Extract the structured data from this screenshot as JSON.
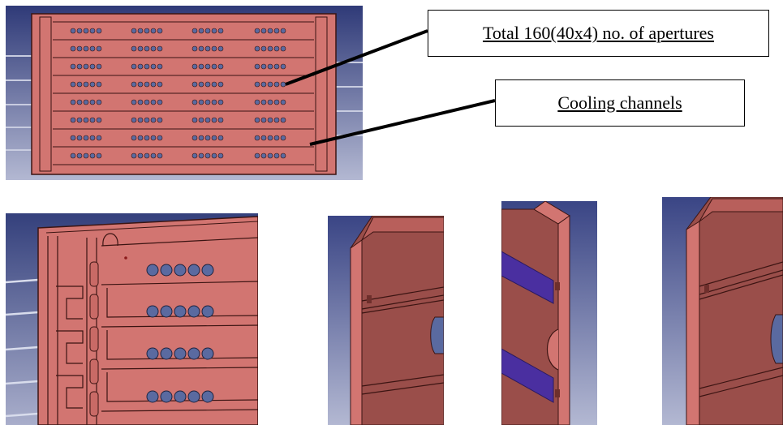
{
  "callouts": {
    "apertures": "Total 160(40x4) no. of apertures",
    "cooling": "Cooling channels"
  },
  "colors": {
    "cad_background_top": "#2f3a78",
    "cad_background_bottom": "#b3b8d2",
    "part_fill": "#d27571",
    "part_dark": "#8a3d3a",
    "edge_line": "#3b1412",
    "cooling_channel_band": "#4a2fa0",
    "aperture_fill": "#5a6aa0"
  },
  "icons": {
    "overview": "aperture-plate-overview",
    "detail": "aperture-plate-corner-detail",
    "sections": [
      "plate-section-view-1",
      "plate-section-view-2",
      "plate-section-view-3"
    ]
  }
}
